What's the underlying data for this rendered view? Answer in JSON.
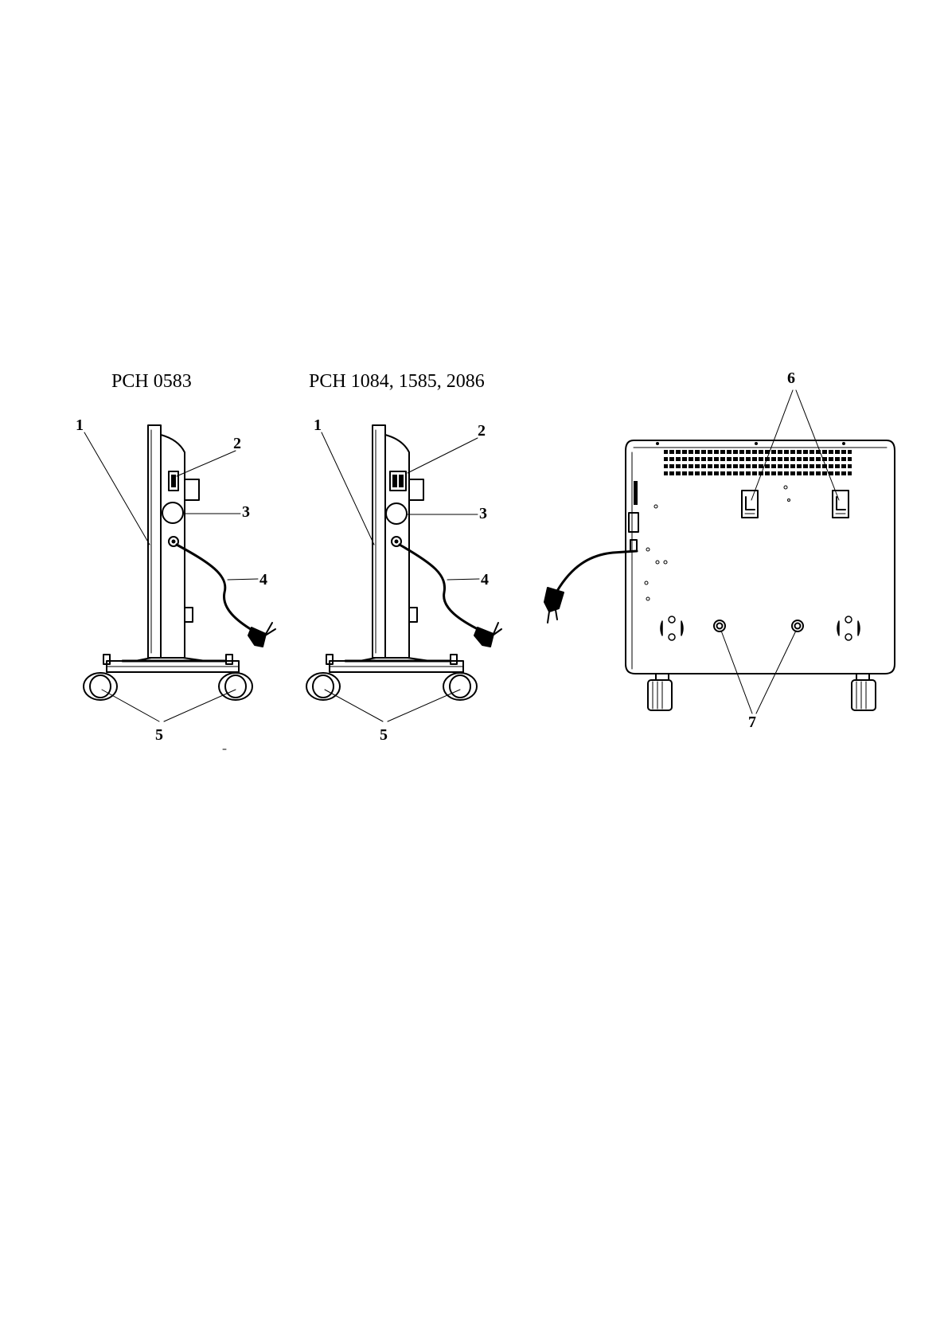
{
  "headings": {
    "model_small": "PCH 0583",
    "model_large": "PCH 1084, 1585, 2086"
  },
  "callouts": {
    "a1": "1",
    "a2": "2",
    "a3": "3",
    "a4": "4",
    "a5": "5",
    "b1": "1",
    "b2": "2",
    "b3": "3",
    "b4": "4",
    "b5": "5",
    "c6": "6",
    "c7": "7"
  },
  "colors": {
    "line": "#000000",
    "paper": "#ffffff"
  }
}
